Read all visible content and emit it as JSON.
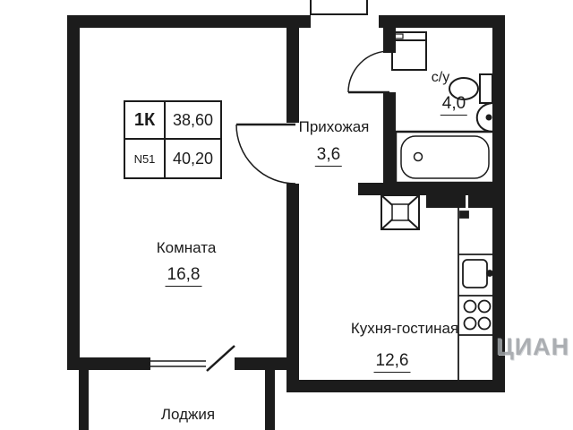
{
  "plan": {
    "info_box": {
      "type": "1К",
      "area_1": "38,60",
      "number": "N51",
      "area_2": "40,20"
    },
    "rooms": {
      "room": {
        "name": "Комната",
        "area": "16,8"
      },
      "hallway": {
        "name": "Прихожая",
        "area": "3,6"
      },
      "bathroom": {
        "name": "с/у",
        "area": "4,0"
      },
      "kitchen": {
        "name": "Кухня-гостиная",
        "area": "12,6"
      },
      "loggia": {
        "name": "Лоджия"
      }
    },
    "fixtures": [
      "washing-machine",
      "toilet",
      "sink",
      "bathtub",
      "ventilation-shaft",
      "kitchen-cabinets",
      "kitchen-sink",
      "stove"
    ],
    "watermark": "ЦИАН",
    "colors": {
      "wall": "#1c1c1c",
      "background": "#ffffff",
      "watermark": "#9da1a5"
    }
  }
}
